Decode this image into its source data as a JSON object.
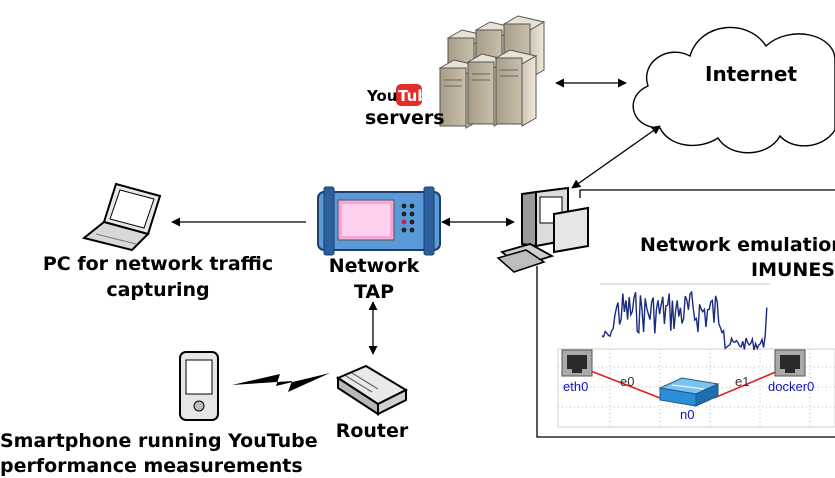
{
  "labels": {
    "youtube_logo_left": "You",
    "youtube_logo_right": "Tube",
    "servers": "servers",
    "internet": "Internet",
    "pc_line1": "PC for network traffic",
    "pc_line2": "capturing",
    "tap_line1": "Network",
    "tap_line2": "TAP",
    "emulation_line1": "Network emulation",
    "emulation_line2": "IMUNES",
    "router": "Router",
    "phone_line1": "Smartphone running YouTube",
    "phone_line2": "performance measurements"
  },
  "imunes": {
    "eth0": "eth0",
    "e0": "e0",
    "n0": "n0",
    "e1": "e1",
    "docker0": "docker0"
  },
  "colors": {
    "youtube_red": "#e52d27",
    "link_red": "#e02020",
    "imunes_blue": "#1010c0",
    "switch_blue": "#2a8fd8",
    "trace_navy": "#1a2a80"
  },
  "icons": [
    "server-cluster-icon",
    "cloud-icon",
    "laptop-icon",
    "network-tap-icon",
    "desktop-pc-icon",
    "router-icon",
    "smartphone-icon",
    "wireless-link-icon",
    "ethernet-port-icon",
    "switch-icon"
  ]
}
